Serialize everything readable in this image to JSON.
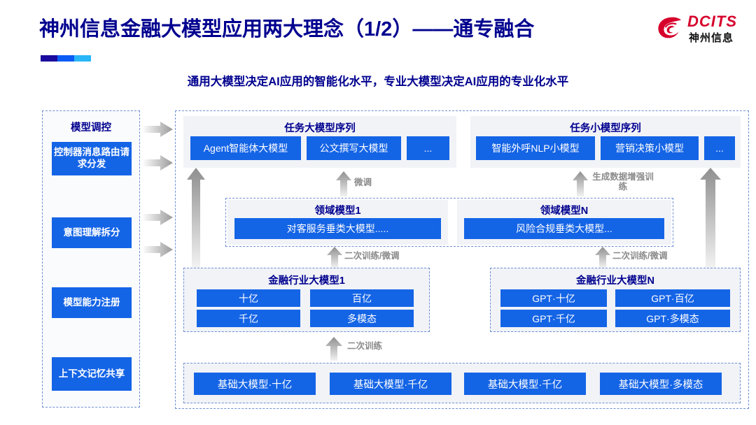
{
  "header": {
    "title": "神州信息金融大模型应用两大理念（1/2）——通专融合",
    "subtitle": "通用大模型决定AI应用的智能化水平，专业大模型决定AI应用的专业化水平",
    "logo": {
      "en": "DCITS",
      "cn": "神州信息"
    }
  },
  "control_panel": {
    "title": "模型调控",
    "items": [
      "控制器消息路由请求分发",
      "意图理解拆分",
      "模型能力注册",
      "上下文记忆共享"
    ]
  },
  "task_sequences": [
    {
      "title": "任务大模型序列",
      "chips": [
        "Agent智能体大模型",
        "公文撰写大模型",
        "..."
      ]
    },
    {
      "title": "任务小模型序列",
      "chips": [
        "智能外呼NLP小模型",
        "营销决策小模型",
        "..."
      ]
    }
  ],
  "domain_models": [
    {
      "title": "领域模型1",
      "chip": "对客服务垂类大模型....."
    },
    {
      "title": "领域模型N",
      "chip": "风险合规垂类大模型..."
    }
  ],
  "industry_models": [
    {
      "title": "金融行业大模型1",
      "chips": [
        "十亿",
        "百亿",
        "千亿",
        "多模态"
      ]
    },
    {
      "title": "金融行业大模型N",
      "chips": [
        "GPT·十亿",
        "GPT·百亿",
        "GPT·千亿",
        "GPT·多模态"
      ]
    }
  ],
  "base_models": {
    "chips": [
      "基础大模型·十亿",
      "基础大模型·千亿",
      "基础大模型·千亿",
      "基础大模型·多模态"
    ]
  },
  "arrow_labels": {
    "fine_tune": "微调",
    "data_augment": "生成数据增强训练",
    "retrain_tune_left": "二次训练/微调",
    "retrain_tune_right": "二次训练/微调",
    "retrain_base": "二次训练"
  },
  "colors": {
    "title_blue": "#00008f",
    "chip_blue": "#1464e6",
    "panel_grey": "#f1f3f7",
    "dashed_border": "#6f8fd6",
    "arrow_grey": "#b9b9b9",
    "logo_red": "#d6002b"
  }
}
